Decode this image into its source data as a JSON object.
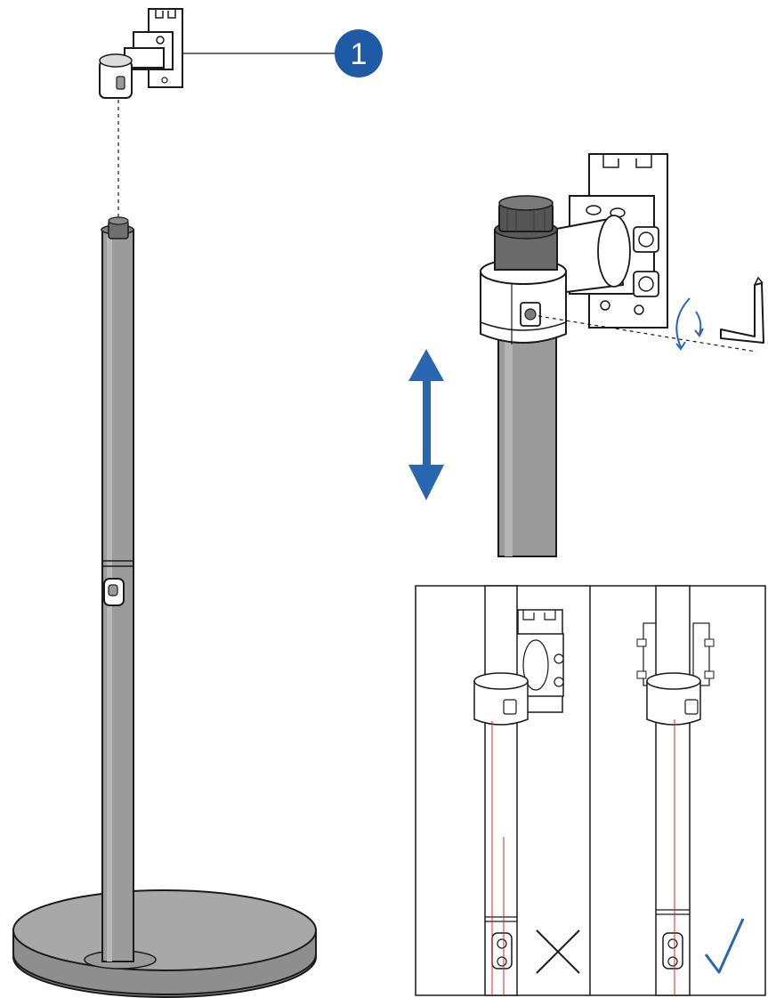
{
  "callout": {
    "number": "1"
  },
  "colors": {
    "callout_blue": "#1f5aa6",
    "arrow_blue": "#2866b0",
    "pole_gray": "#9b9b9b",
    "pole_dark": "#7f7f7f",
    "base_gray": "#a8a8a8",
    "line_black": "#1a1a1a",
    "alignment_red": "#e02020",
    "check_blue": "#2866b0"
  },
  "icons": {
    "callout": "numbered-callout-circle",
    "height_adjust": "double-headed-vertical-arrow",
    "rotation": "rotate-arrow-icon",
    "tool": "allen-key-icon",
    "wrong": "x-mark-icon",
    "correct": "check-mark-icon"
  },
  "panels": {
    "wrong_example": {
      "status": "incorrect"
    },
    "right_example": {
      "status": "correct"
    }
  }
}
